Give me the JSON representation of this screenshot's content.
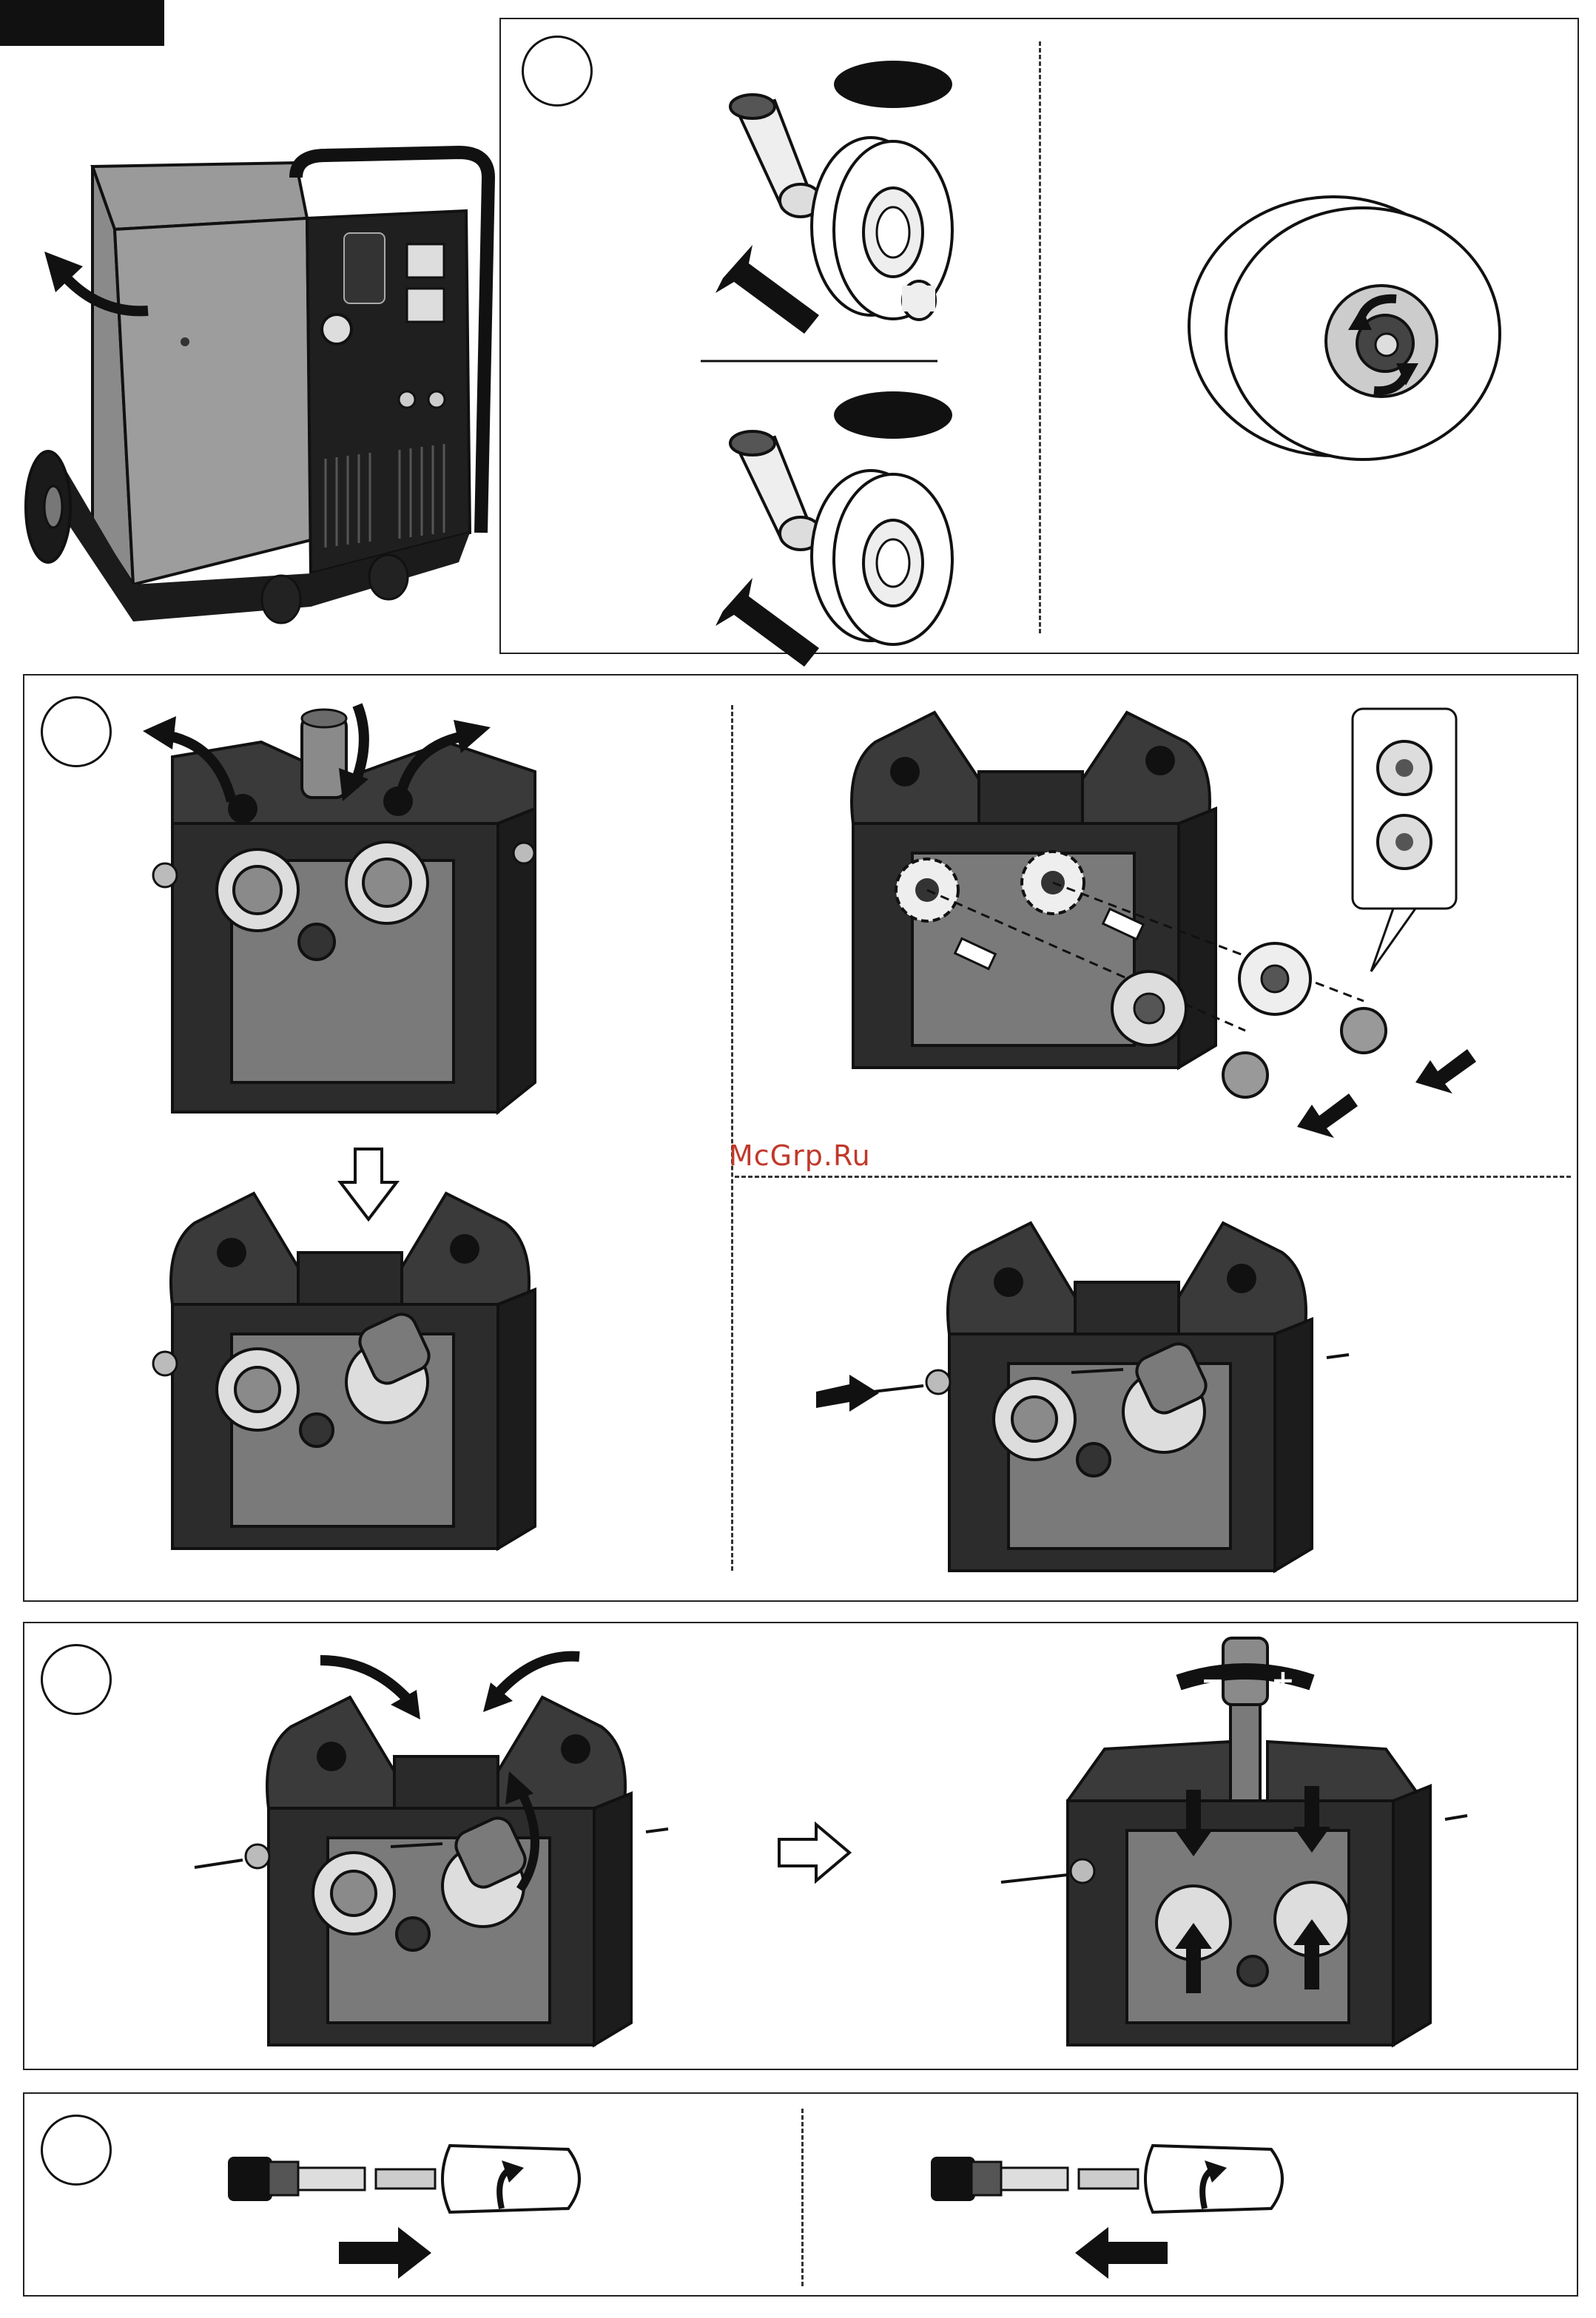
{
  "watermark": {
    "text": "McGrp.Ru"
  },
  "colors": {
    "ink": "#111111",
    "dark_metal": "#3c3c3c",
    "mid_metal": "#7a7a7a",
    "light_metal": "#d6d6d6",
    "watermark": "#c0392b"
  },
  "panels": {
    "machine": {
      "description_icons": [
        "welder-machine",
        "open-door-arrow"
      ]
    },
    "spool": {
      "step_marker": "",
      "icons": [
        "spool-hub-insert",
        "spool-lock-ring"
      ]
    },
    "rollers": {
      "step_marker": "",
      "icons": [
        "open-rollers",
        "change-roller",
        "close-rollers"
      ]
    },
    "tension": {
      "step_marker": "",
      "minus": "−",
      "plus": "+",
      "icons": [
        "close-arms",
        "adjust-tension"
      ]
    },
    "torch": {
      "step_marker": "",
      "icons": [
        "torch-assemble-right",
        "torch-assemble-left"
      ]
    }
  }
}
